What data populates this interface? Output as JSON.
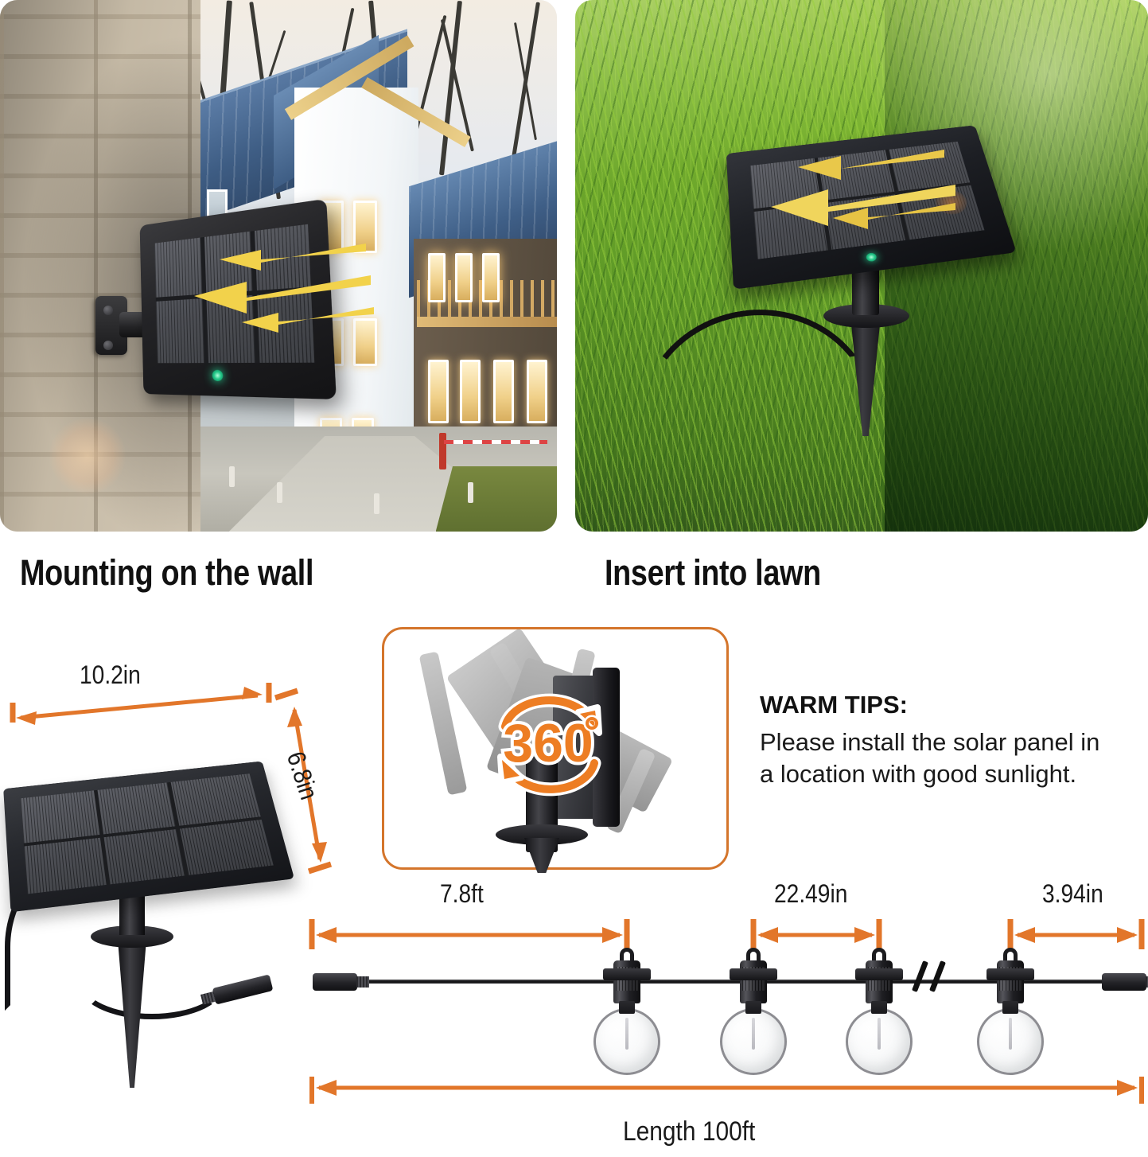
{
  "photos": [
    {
      "name": "wall-mount-photo",
      "caption": "Mounting on the wall",
      "scene": "solar panel bracket-mounted on a brick wall with a white house behind",
      "indicator": "green-led",
      "sun_arrows": 3
    },
    {
      "name": "lawn-insert-photo",
      "caption": "Insert into lawn",
      "scene": "solar panel on a ground stake inserted into green grass",
      "indicator": "green-led",
      "sun_arrows": 3
    }
  ],
  "captions": {
    "wall": "Mounting on the wall",
    "lawn": "Insert into lawn"
  },
  "panel_spec": {
    "width_label": "10.2in",
    "height_label": "6.8in"
  },
  "rotation": {
    "value": "360",
    "degree_symbol": "°",
    "box_border_color": "#d4752b"
  },
  "tips": {
    "heading": "WARM TIPS:",
    "line1": "Please install the solar panel in",
    "line2": "a location with good sunlight."
  },
  "string_lights": {
    "lead_length": "7.8ft",
    "bulb_spacing": "22.49in",
    "end_length": "3.94in",
    "total_length": "Length 100ft",
    "bulb_count_visible": 4,
    "break_symbol": "//"
  },
  "colors": {
    "accent_orange": "#e2762a",
    "dimension_line": "#e2762a",
    "text": "#111111",
    "background": "#ffffff",
    "led_green": "#25c98a",
    "sun_arrow_yellow": "#f2d24b"
  }
}
